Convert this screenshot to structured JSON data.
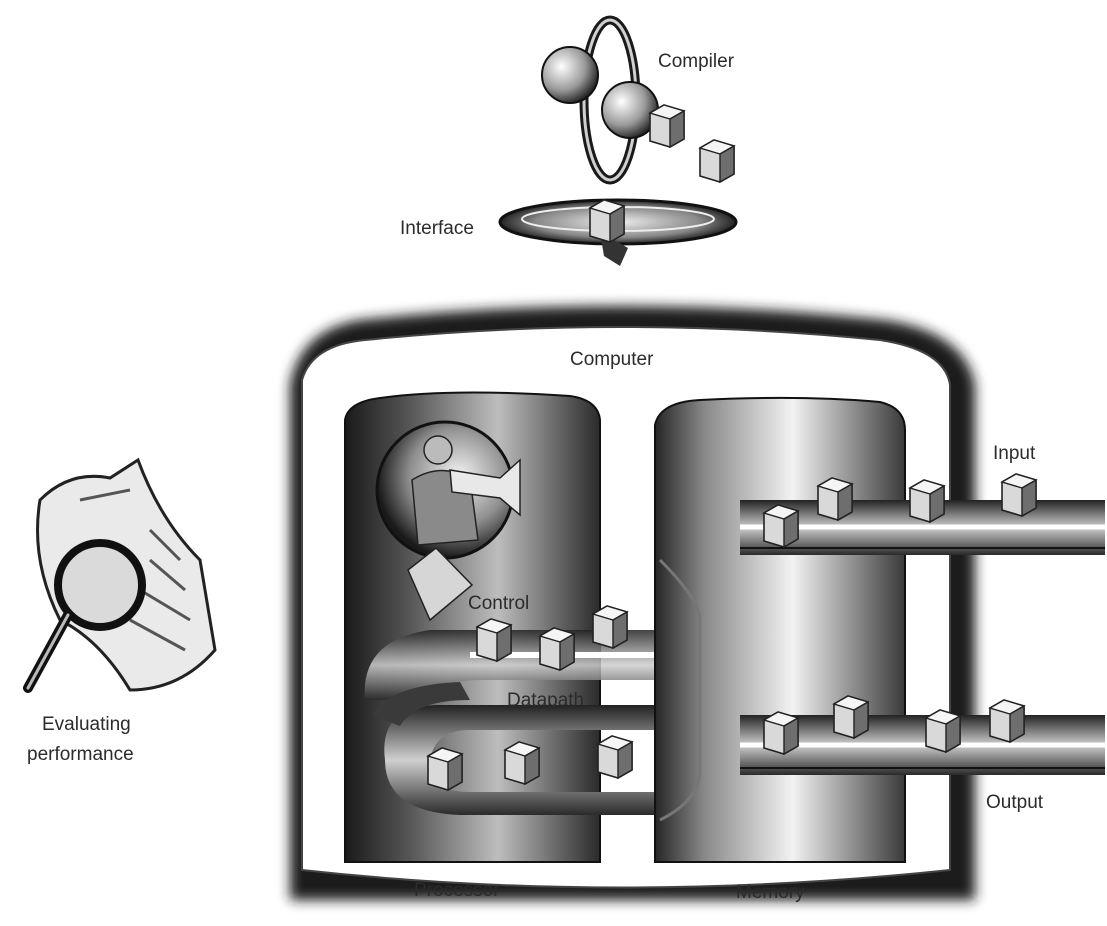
{
  "labels": {
    "compiler": "Compiler",
    "interface": "Interface",
    "computer": "Computer",
    "input": "Input",
    "control": "Control",
    "datapath": "Datapath",
    "output": "Output",
    "processor": "Processor",
    "memory": "Memory",
    "evaluating_line1": "Evaluating",
    "evaluating_line2": "performance"
  },
  "icons": [
    "rings-with-spheres",
    "magnifying-glass-document",
    "person-with-megaphone",
    "conveyor-belt",
    "cube"
  ]
}
